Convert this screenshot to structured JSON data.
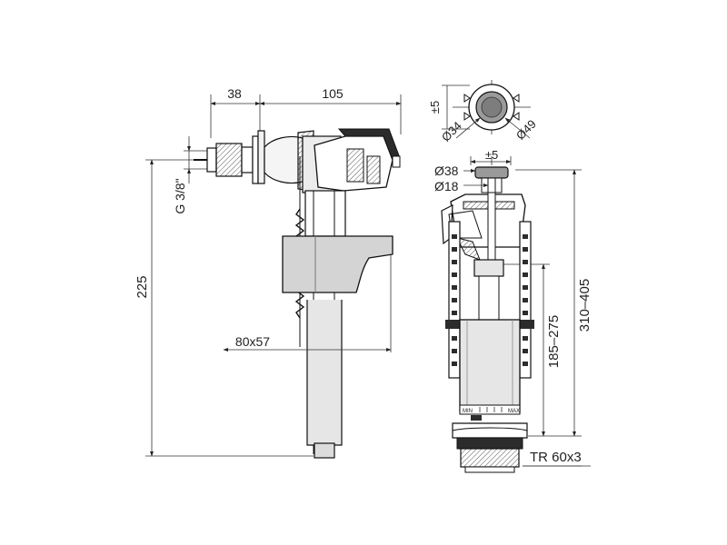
{
  "fill_valve": {
    "dimensions": {
      "d38": "38",
      "d105": "105",
      "thread": "G 3/8\"",
      "height": "225",
      "float_size": "80x57"
    }
  },
  "flush_valve": {
    "dimensions": {
      "pm5_top": "±5",
      "d34": "Ø34",
      "d49": "Ø49",
      "pm5_mid": "±5",
      "d38": "Ø38",
      "d18": "Ø18",
      "range_small": "185–275",
      "range_large": "310–405",
      "thread": "TR 60x3",
      "scale_min": "MIN",
      "scale_max": "MAX"
    }
  },
  "colors": {
    "line": "#111111",
    "float_fill": "#d4d4d4",
    "body_fill": "#e6e6e6",
    "cap_dark": "#2c2c2c",
    "button_grey": "#9a9a9a"
  }
}
